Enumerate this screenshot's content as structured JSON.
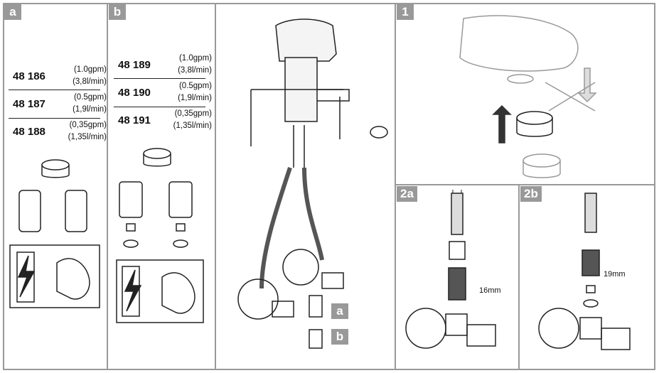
{
  "panels": {
    "a": {
      "label": "a",
      "items": [
        {
          "number": "48 186",
          "gpm": "(1.0gpm)",
          "lmin": "(3,8l/min)"
        },
        {
          "number": "48 187",
          "gpm": "(0.5gpm)",
          "lmin": "(1,9l/min)"
        },
        {
          "number": "48 188",
          "gpm": "(0,35gpm)",
          "lmin": "(1,35l/min)"
        }
      ]
    },
    "b": {
      "label": "b",
      "items": [
        {
          "number": "48 189",
          "gpm": "(1.0gpm)",
          "lmin": "(3,8l/min)"
        },
        {
          "number": "48 190",
          "gpm": "(0.5gpm)",
          "lmin": "(1,9l/min)"
        },
        {
          "number": "48 191",
          "gpm": "(0,35gpm)",
          "lmin": "(1,35l/min)"
        }
      ]
    },
    "center": {
      "label_a": "a",
      "label_b": "b"
    },
    "step1": {
      "label": "1"
    },
    "step2a": {
      "label": "2a",
      "dimension": "16mm"
    },
    "step2b": {
      "label": "2b",
      "dimension": "19mm"
    }
  }
}
